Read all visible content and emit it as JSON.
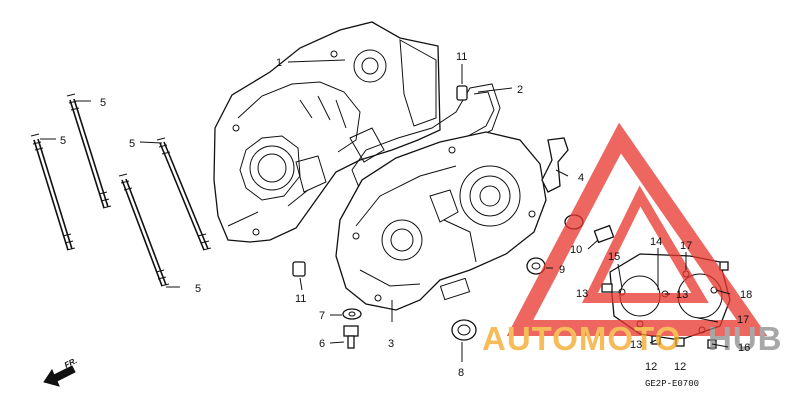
{
  "diagram": {
    "code": "GE2P-E0700",
    "direction_label": "FR.",
    "callouts": [
      {
        "id": "c1",
        "text": "1"
      },
      {
        "id": "c2",
        "text": "2"
      },
      {
        "id": "c3",
        "text": "3"
      },
      {
        "id": "c4",
        "text": "4"
      },
      {
        "id": "c5a",
        "text": "5"
      },
      {
        "id": "c5b",
        "text": "5"
      },
      {
        "id": "c5c",
        "text": "5"
      },
      {
        "id": "c5d",
        "text": "5"
      },
      {
        "id": "c6",
        "text": "6"
      },
      {
        "id": "c7",
        "text": "7"
      },
      {
        "id": "c8",
        "text": "8"
      },
      {
        "id": "c9",
        "text": "9"
      },
      {
        "id": "c10",
        "text": "10"
      },
      {
        "id": "c11a",
        "text": "11"
      },
      {
        "id": "c11b",
        "text": "11"
      },
      {
        "id": "c12a",
        "text": "12"
      },
      {
        "id": "c12b",
        "text": "12"
      },
      {
        "id": "c13a",
        "text": "13"
      },
      {
        "id": "c13b",
        "text": "13"
      },
      {
        "id": "c13c",
        "text": "13"
      },
      {
        "id": "c14",
        "text": "14"
      },
      {
        "id": "c15",
        "text": "15"
      },
      {
        "id": "c16",
        "text": "16"
      },
      {
        "id": "c17a",
        "text": "17"
      },
      {
        "id": "c17b",
        "text": "17"
      },
      {
        "id": "c18",
        "text": "18"
      }
    ]
  },
  "watermark": {
    "text_a": "AUTOMOTO",
    "text_b": "HUB",
    "color_orange": "#f5a623",
    "color_red": "#e8342c",
    "color_gray": "#8a8a8a"
  }
}
